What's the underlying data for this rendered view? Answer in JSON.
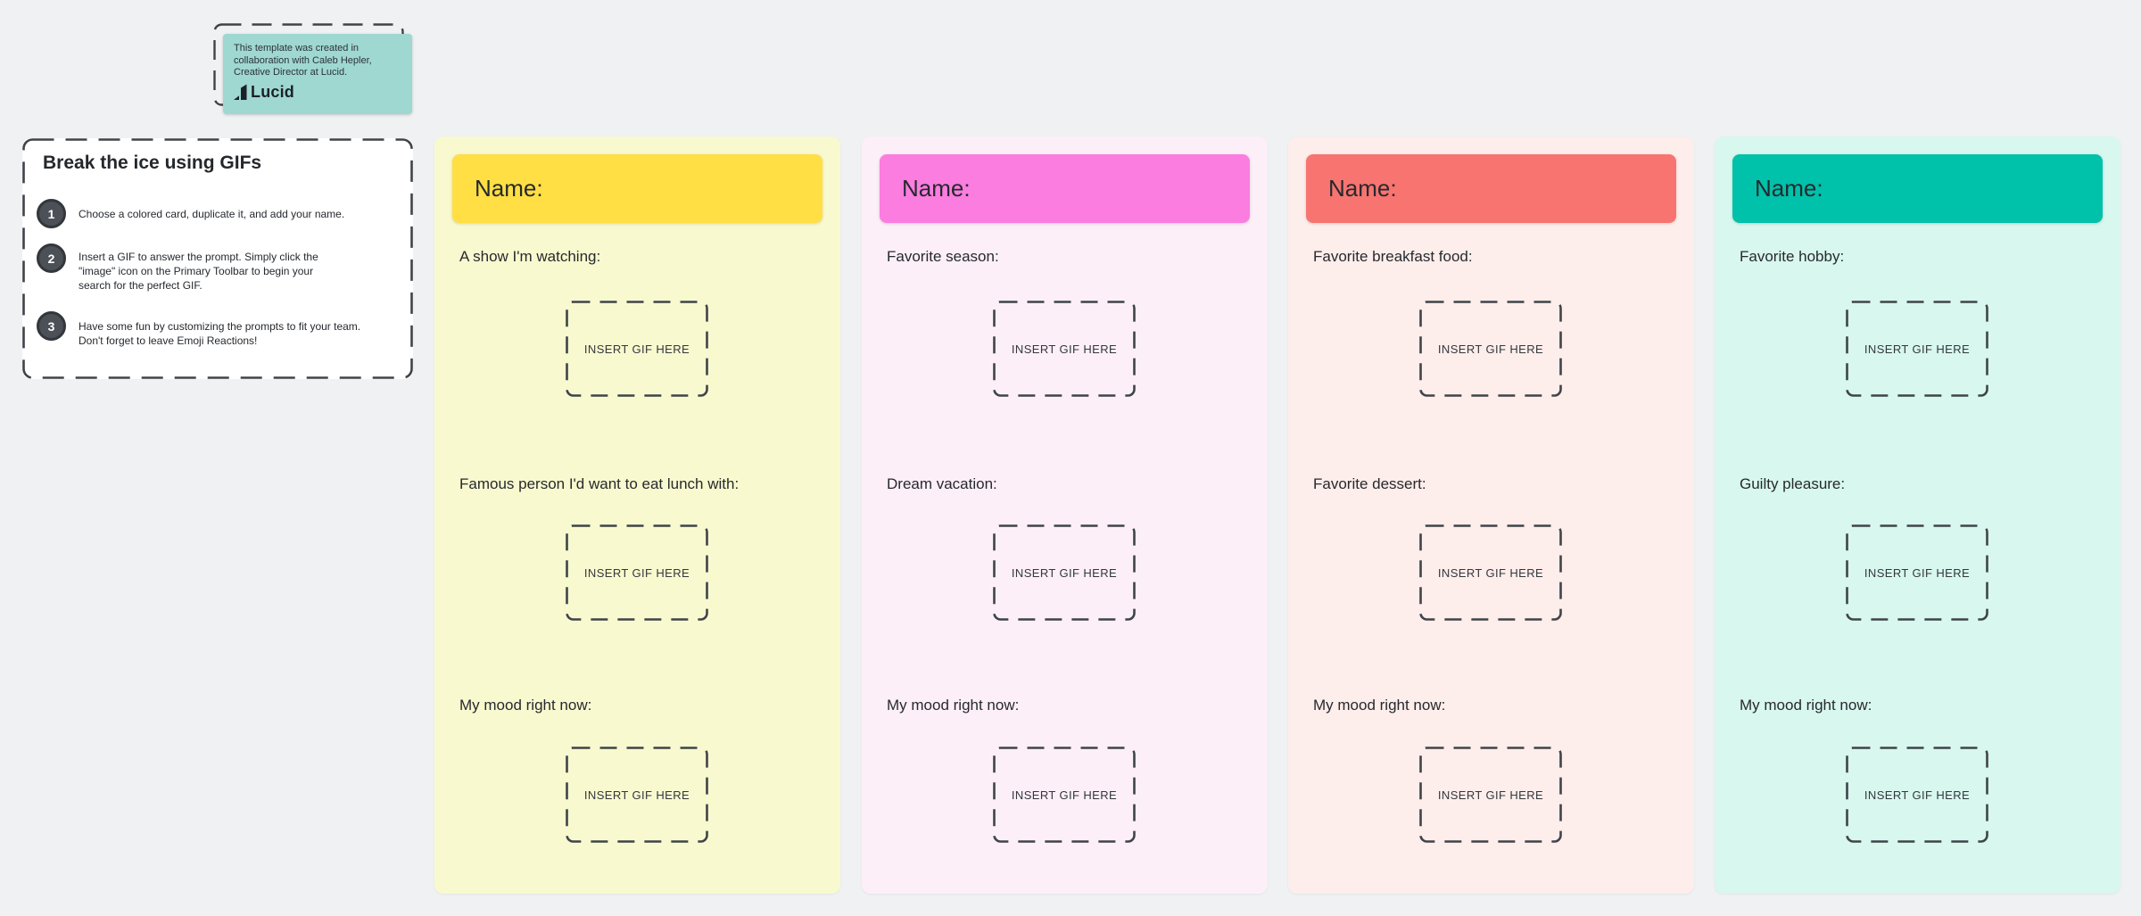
{
  "canvas": {
    "background_color": "#eff1f2",
    "dash_color": "#3f4449"
  },
  "lucid_note": {
    "text": "This template was created in\ncollaboration with Caleb Hepler,\nCreative Director at Lucid.",
    "logo_text": "Lucid",
    "bg_color": "#9fd7d1"
  },
  "instructions": {
    "title": "Break the ice using GIFs",
    "steps": [
      {
        "number": "1",
        "text": "Choose a colored card, duplicate it, and add your name."
      },
      {
        "number": "2",
        "text": "Insert a GIF to answer the prompt. Simply click the\n\"image\" icon on the Primary Toolbar to begin your\nsearch for the perfect GIF."
      },
      {
        "number": "3",
        "text": "Have some fun by customizing the prompts to fit your team.\nDon't forget to leave Emoji Reactions!"
      }
    ]
  },
  "gif_placeholder": "INSERT GIF HERE",
  "cards": [
    {
      "id": "yellow",
      "name_label": "Name:",
      "header_color": "#ffdf43",
      "bg_color": "#f9f9cf",
      "prompts": [
        "A show I'm watching:",
        "Famous person I'd want to eat lunch with:",
        "My mood right now:"
      ]
    },
    {
      "id": "pink",
      "name_label": "Name:",
      "header_color": "#fb7de0",
      "bg_color": "#fdeff8",
      "prompts": [
        "Favorite season:",
        "Dream vacation:",
        "My mood right now:"
      ]
    },
    {
      "id": "red",
      "name_label": "Name:",
      "header_color": "#f87470",
      "bg_color": "#fdedeb",
      "prompts": [
        "Favorite breakfast food:",
        "Favorite dessert:",
        "My mood right now:"
      ]
    },
    {
      "id": "teal",
      "name_label": "Name:",
      "header_color": "#00c1a9",
      "bg_color": "#d8f7ee",
      "prompts": [
        "Favorite hobby:",
        "Guilty pleasure:",
        "My mood right now:"
      ]
    }
  ]
}
